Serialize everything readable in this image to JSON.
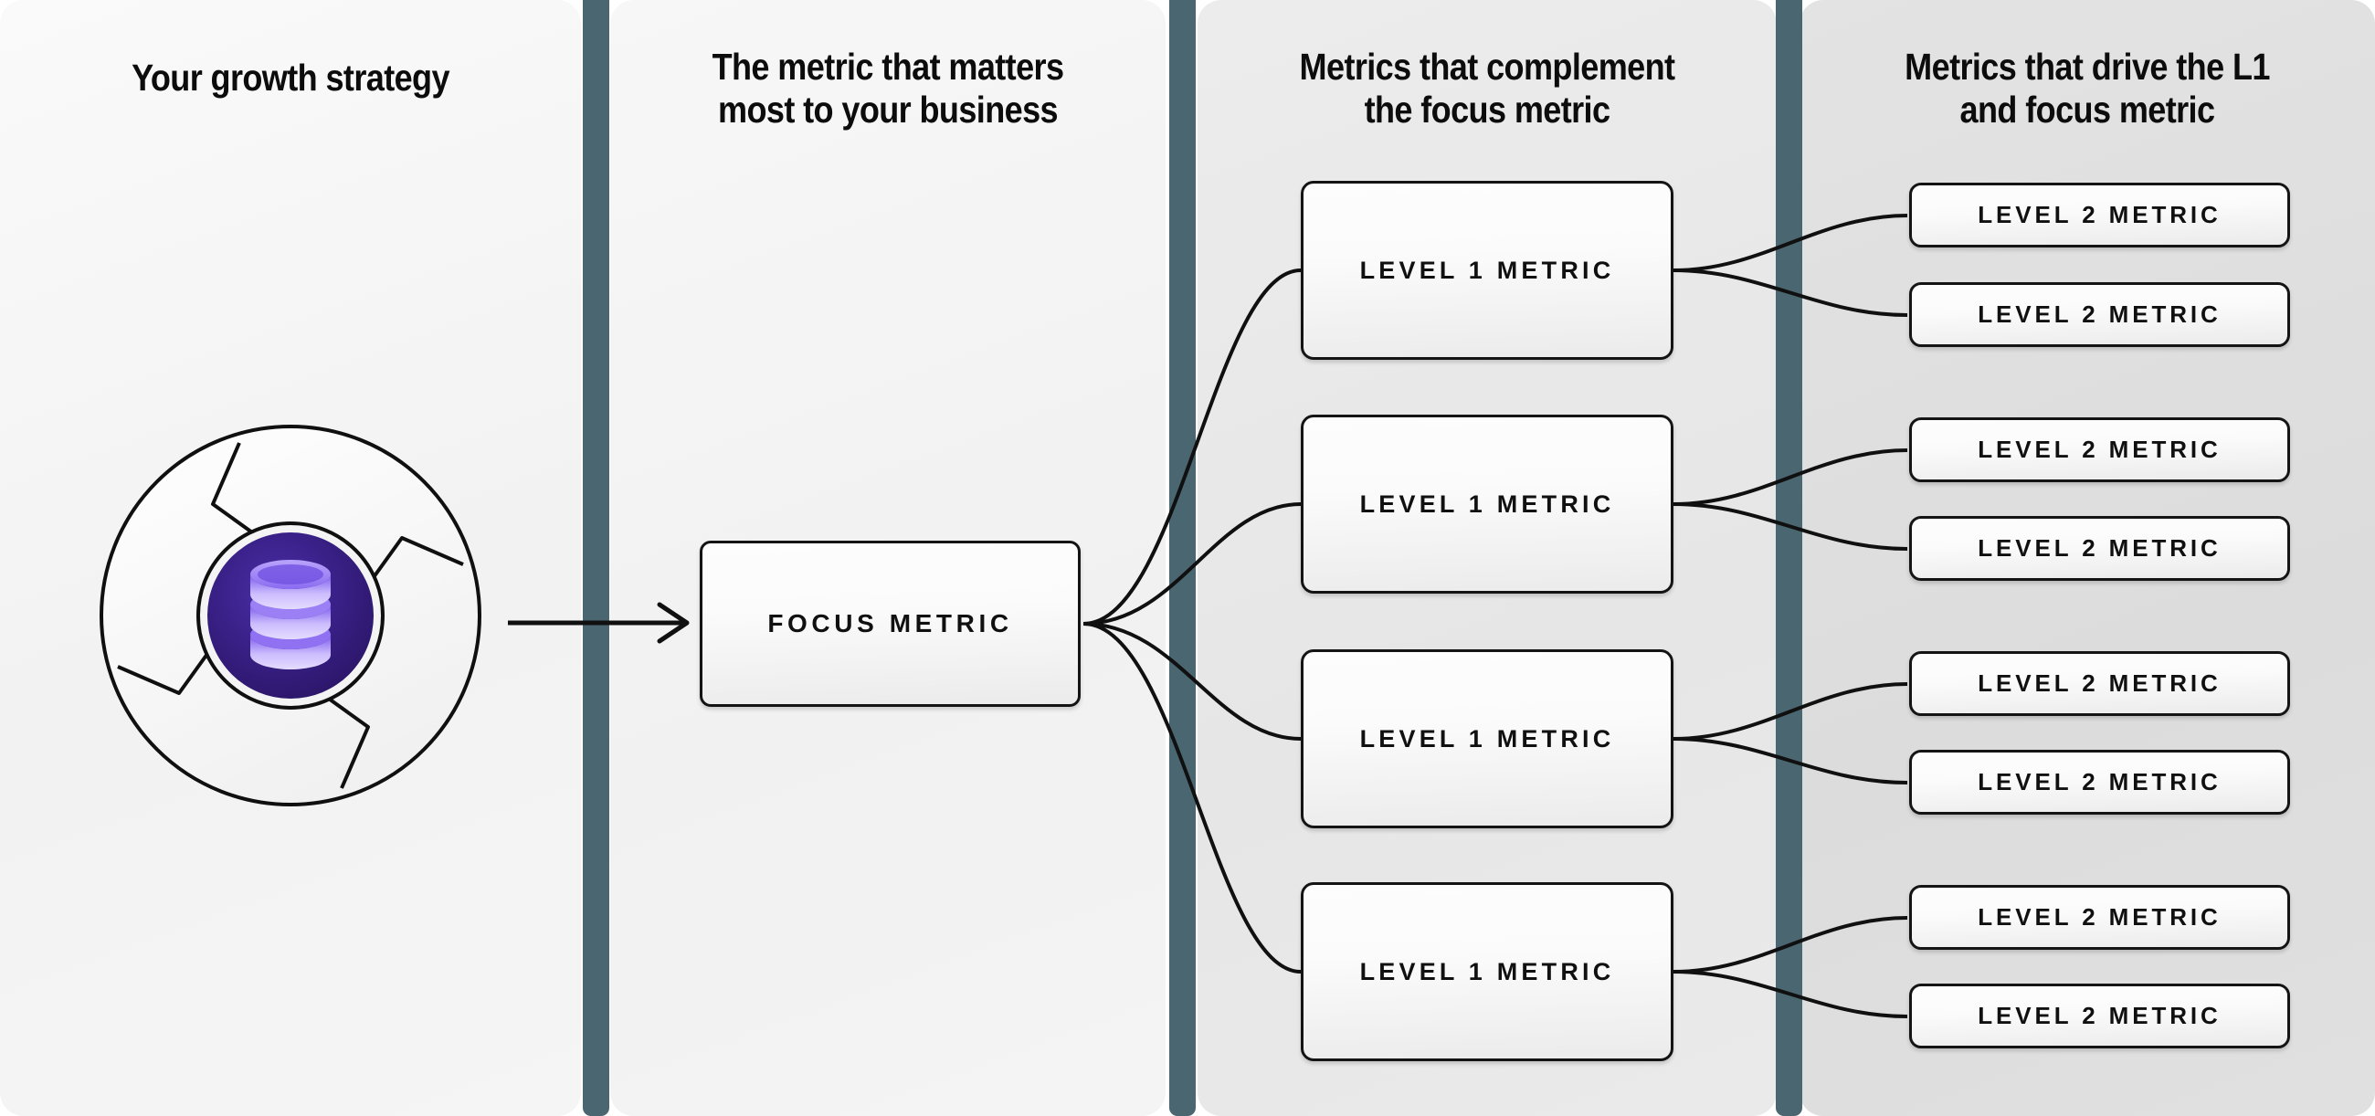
{
  "columns": [
    {
      "id": "growth-strategy",
      "header": "Your growth strategy"
    },
    {
      "id": "focus-metric",
      "header": "The metric that matters\nmost to your business"
    },
    {
      "id": "level-1-metrics",
      "header": "Metrics that complement\nthe focus metric"
    },
    {
      "id": "level-2-metrics",
      "header": "Metrics that drive the L1\nand focus metric"
    }
  ],
  "headers": {
    "col1": "Your growth strategy",
    "col2_line1": "The metric that matters",
    "col2_line2": "most to your business",
    "col3_line1": "Metrics that complement",
    "col3_line2": "the focus metric",
    "col4_line1": "Metrics that drive the L1",
    "col4_line2": "and focus metric"
  },
  "strategy_graphic": {
    "icon": "database-stack-icon",
    "description": "Pinwheel aperture with database icon at center",
    "blades": 4,
    "icon_color": "#a78bfa",
    "core_color": "#2e1a70",
    "blade_fill": "#fbfbfb",
    "stroke_color": "#101010"
  },
  "focus": {
    "label": "FOCUS METRIC"
  },
  "level1": [
    {
      "label": "LEVEL 1 METRIC"
    },
    {
      "label": "LEVEL 1 METRIC"
    },
    {
      "label": "LEVEL 1 METRIC"
    },
    {
      "label": "LEVEL 1 METRIC"
    }
  ],
  "level2": [
    {
      "label": "LEVEL 2 METRIC"
    },
    {
      "label": "LEVEL 2 METRIC"
    },
    {
      "label": "LEVEL 2 METRIC"
    },
    {
      "label": "LEVEL 2 METRIC"
    },
    {
      "label": "LEVEL 2 METRIC"
    },
    {
      "label": "LEVEL 2 METRIC"
    },
    {
      "label": "LEVEL 2 METRIC"
    },
    {
      "label": "LEVEL 2 METRIC"
    }
  ],
  "colors": {
    "divider_teal": "#4a6670",
    "column_1_bg": "#f4f4f4",
    "column_2_bg": "#f3f3f3",
    "column_3_bg": "#e9e9e9",
    "column_4_bg": "#e0e0e0",
    "box_border": "#141414",
    "text": "#0c0c0c",
    "accent_purple": "#6d4aff"
  }
}
